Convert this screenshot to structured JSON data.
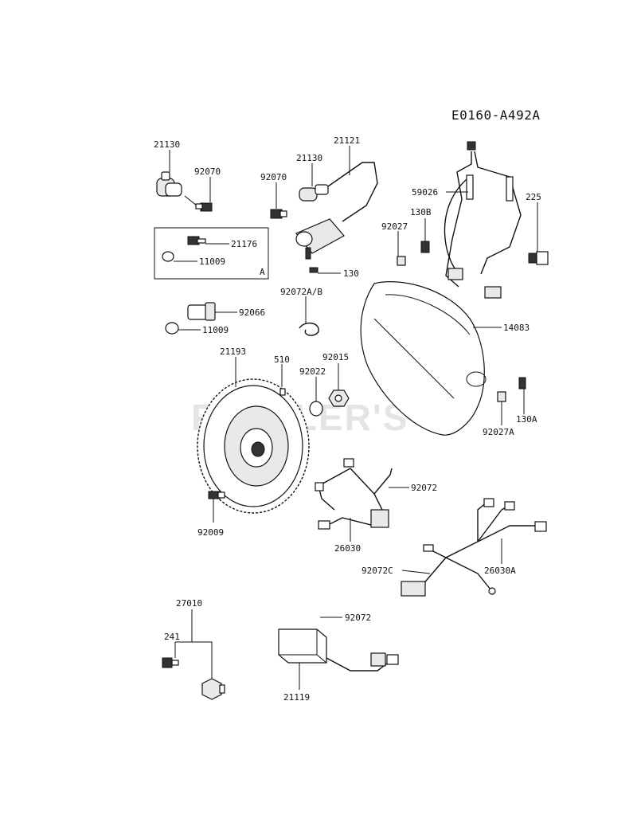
{
  "diagram_code": "E0160-A492A",
  "watermark": "PARTLER'S",
  "box_label": "A",
  "labels": {
    "p21130_a": "21130",
    "p92070_a": "92070",
    "p92070_b": "92070",
    "p21130_b": "21130",
    "p21121": "21121",
    "p59026": "59026",
    "p21176": "21176",
    "p11009_a": "11009",
    "p130": "130",
    "p92027": "92027",
    "p130b": "130B",
    "p225": "225",
    "p92072ab": "92072A/B",
    "p92066": "92066",
    "p11009_b": "11009",
    "p14083": "14083",
    "p21193": "21193",
    "p510": "510",
    "p92022": "92022",
    "p92015": "92015",
    "p130a": "130A",
    "p92027a": "92027A",
    "p92072_a": "92072",
    "p92009": "92009",
    "p26030": "26030",
    "p92072c": "92072C",
    "p26030a": "26030A",
    "p27010": "27010",
    "p241": "241",
    "p92072_b": "92072",
    "p21119": "21119"
  }
}
